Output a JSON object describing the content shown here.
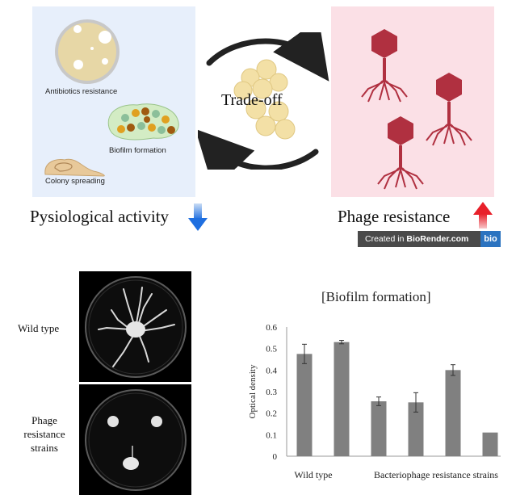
{
  "top": {
    "left_panel": {
      "antibiotics_label": "Antibiotics resistance",
      "biofilm_label": "Biofilm formation",
      "colony_label": "Colony spreading",
      "caption": "Pysiological activity",
      "arrow_color": "#1f6fe0"
    },
    "center": {
      "label": "Trade-off"
    },
    "right_panel": {
      "caption": "Phage resistance",
      "arrow_color": "#e8202a",
      "phage_color": "#b03040"
    },
    "credit": {
      "prefix": "Created in ",
      "brand": "BioRender.com",
      "logo": "bio"
    }
  },
  "plates": {
    "wild_type_label": "Wild type",
    "phage_label_line1": "Phage",
    "phage_label_line2": "resistance",
    "phage_label_line3": "strains"
  },
  "chart_data": {
    "type": "bar",
    "title": "[Biofilm formation]",
    "ylabel": "Optical density",
    "ylim": [
      0,
      0.6
    ],
    "yticks": [
      "0",
      "0.1",
      "0.2",
      "0.3",
      "0.4",
      "0.5",
      "0.6"
    ],
    "values": [
      0.475,
      0.53,
      0.255,
      0.25,
      0.4,
      0.11
    ],
    "errors": [
      0.045,
      0.008,
      0.02,
      0.045,
      0.025,
      0
    ],
    "bar_color": "#808080",
    "group_labels": [
      "Wild type",
      "Bacteriophage resistance strains"
    ]
  }
}
